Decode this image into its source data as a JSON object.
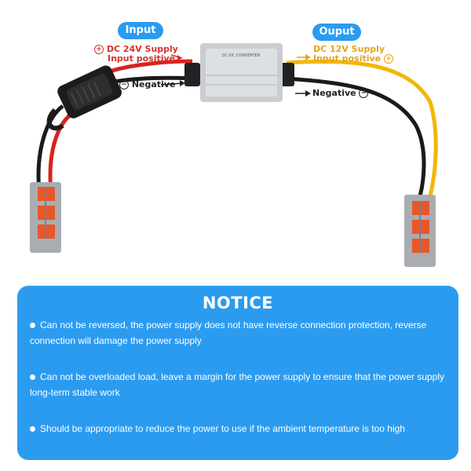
{
  "input": {
    "title": "Input",
    "supply": "DC 24V Supply",
    "positive": "Input positive",
    "negative": "Negative"
  },
  "output": {
    "title": "Ouput",
    "supply": "DC 12V Supply",
    "positive": "Input positive",
    "negative": "Negative"
  },
  "converter": {
    "title": "DC-DC CONVERTER"
  },
  "signs": {
    "plus": "+",
    "minus": "−"
  },
  "notice": {
    "title": "NOTICE",
    "items": [
      "Can not be reversed, the power supply does not have reverse connection protection, reverse connection will damage the power supply",
      "Can not be overloaded load, leave a margin for the power supply to ensure that the power supply long-term stable work",
      "Should be appropriate to reduce the power to use if the ambient temperature is too high"
    ]
  },
  "colors": {
    "accent": "#2b9bf0",
    "input_red": "#d6322c",
    "output_yellow": "#e0a521",
    "wire_red": "#d8231f",
    "wire_yellow": "#f2b705",
    "wire_black": "#1a1a1a",
    "connector_orange": "#e8562a"
  }
}
